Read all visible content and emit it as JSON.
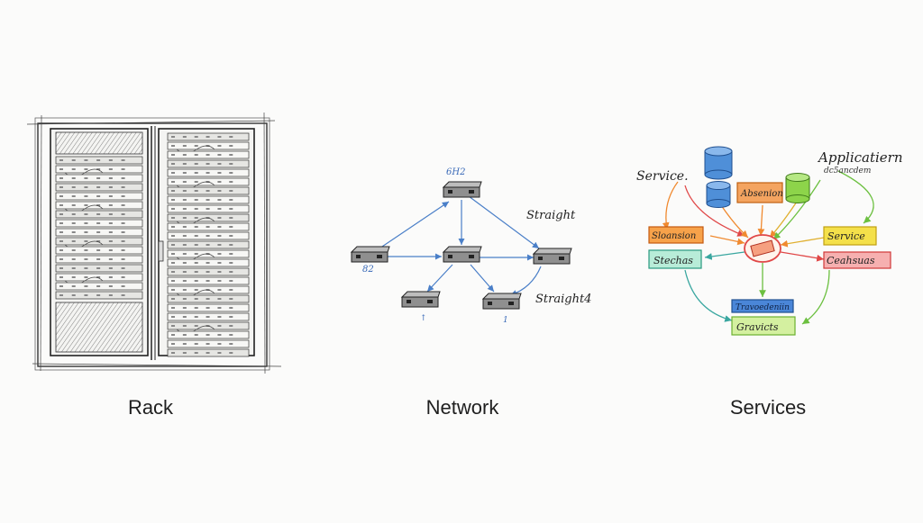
{
  "panels": {
    "rack": {
      "caption": "Rack"
    },
    "network": {
      "caption": "Network",
      "labels": {
        "top": "6H2",
        "left": "82",
        "bottom": "1",
        "right_top": "Straight",
        "right_bottom": "Straight4"
      }
    },
    "services": {
      "caption": "Services",
      "labels": {
        "service_tl": "Service.",
        "application": "Applicatiern",
        "application_sub": "dc5ancdem",
        "box_absenion": "Absenion",
        "box_sloansion": "Sloansion",
        "box_stechas": "Stechas",
        "box_service": "Service",
        "box_ceahsuas": "Ceahsuas",
        "box_travoedeniin": "Travoedeniin",
        "box_gravicts": "Gravicts"
      }
    }
  }
}
